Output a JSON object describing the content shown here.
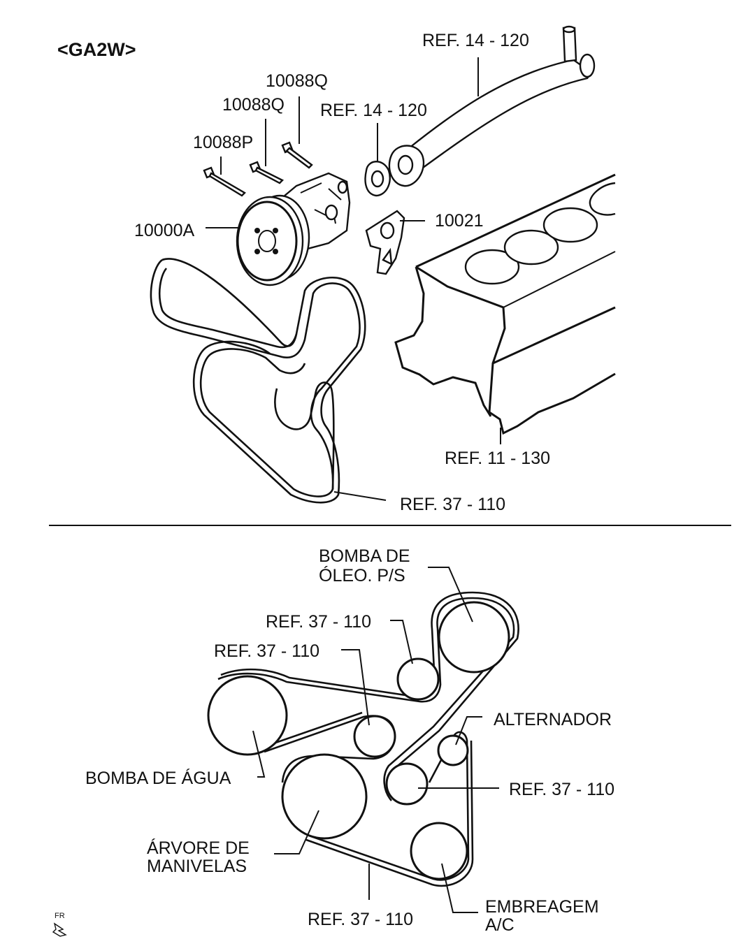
{
  "header": {
    "model_code": "<GA2W>"
  },
  "top_labels": {
    "pipe_ref_top": "REF. 14 - 120",
    "pipe_ref_gasket": "REF. 14 - 120",
    "bolt_upper": "10088Q",
    "bolt_middle": "10088Q",
    "bolt_lower": "10088P",
    "pump": "10000A",
    "gasket": "10021",
    "engine_block": "REF. 11 - 130",
    "belt": "REF. 37 - 110"
  },
  "bottom_labels": {
    "ps_pump": [
      "BOMBA DE",
      "ÓLEO. P/S"
    ],
    "idler_top": "REF. 37 - 110",
    "idler_mid": "REF. 37 - 110",
    "water_pump": "BOMBA DE ÁGUA",
    "alternator": "ALTERNADOR",
    "tensioner": "REF. 37 - 110",
    "crankshaft": [
      "ÁRVORE DE",
      "MANIVELAS"
    ],
    "belt": "REF. 37 - 110",
    "ac_clutch": [
      "EMBREAGEM",
      "A/C"
    ]
  },
  "footer": {
    "front_mark": "FR"
  }
}
